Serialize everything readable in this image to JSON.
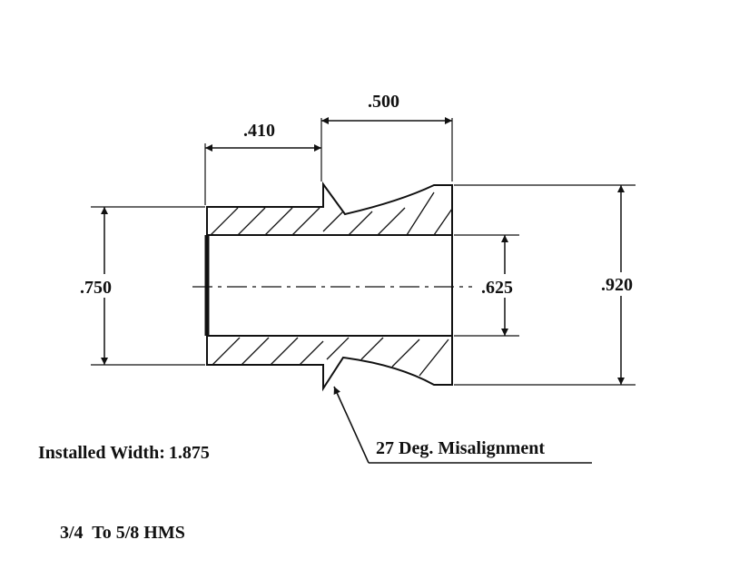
{
  "dimensions": {
    "left_length": ".410",
    "right_length": ".500",
    "outer_diameter_left": ".750",
    "bore_diameter": ".625",
    "outer_diameter_right": ".920"
  },
  "callout": {
    "misalignment": "27 Deg. Misalignment"
  },
  "notes": {
    "installed_label": "Installed Width:",
    "installed_value": "1.875",
    "part_name": "3/4  To 5/8 HMS"
  },
  "colors": {
    "line": "#111111",
    "background": "#ffffff"
  }
}
